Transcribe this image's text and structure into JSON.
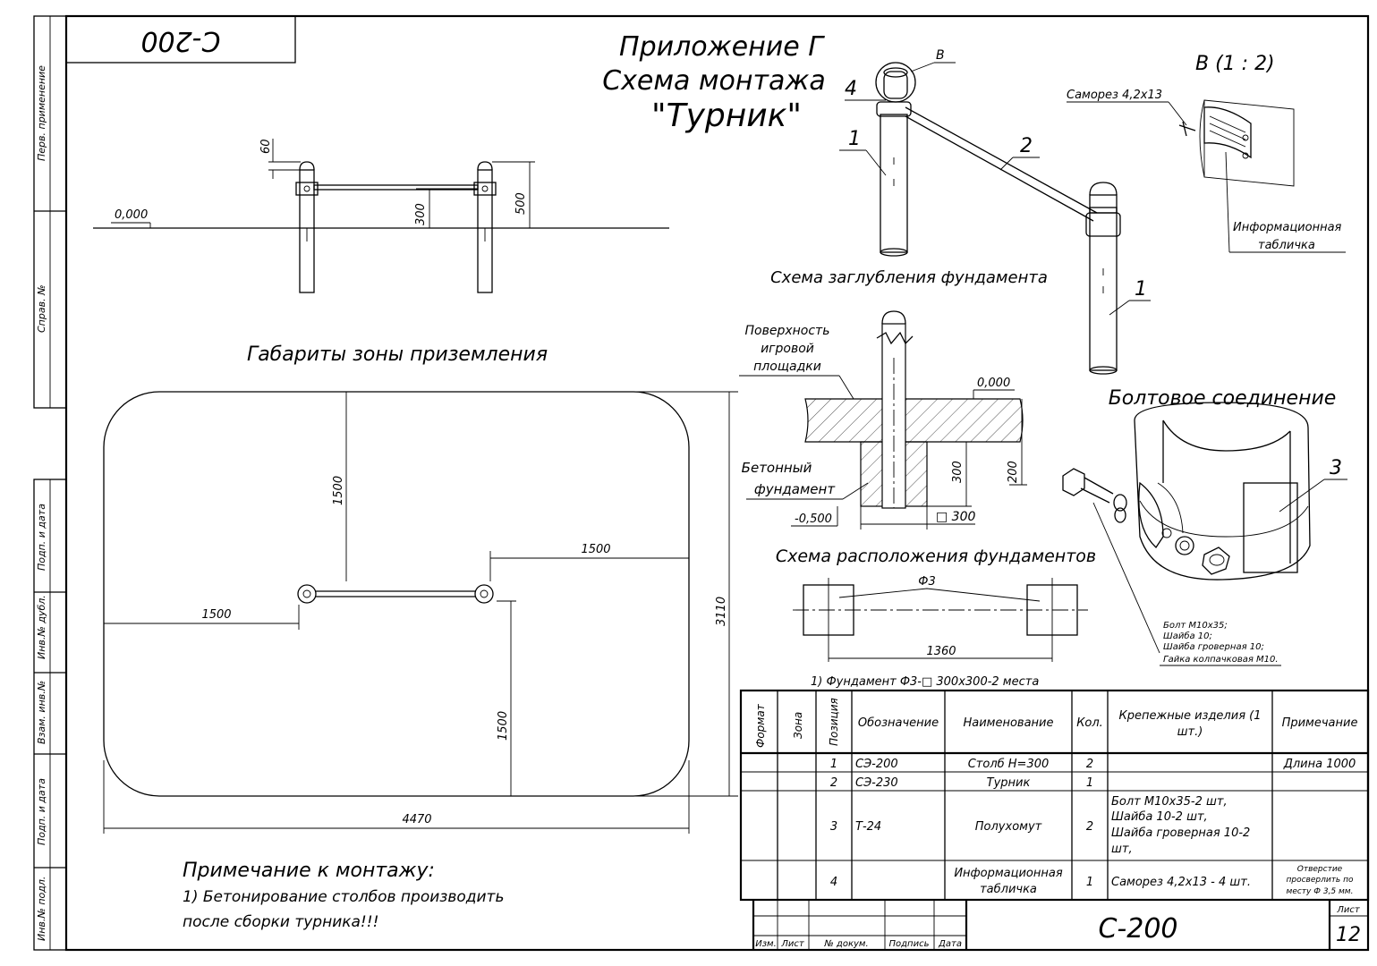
{
  "sheet": {
    "mirrored_code": "С-200",
    "title": {
      "line1": "Приложение Г",
      "line2": "Схема монтажа",
      "line3": "\"Турник\""
    }
  },
  "side_strip": {
    "perv_primenenie": "Перв. применение",
    "sprav_no": "Справ. №",
    "podp_data_1": "Подп. и дата",
    "inv_dubl": "Инв.№ дубл.",
    "vzam_inv": "Взам. инв.№",
    "podp_data_2": "Подп. и дата",
    "inv_podl": "Инв.№ подл."
  },
  "front_view": {
    "level": "0,000",
    "dim_60": "60",
    "dim_300": "300",
    "dim_500": "500"
  },
  "zone": {
    "title": "Габариты зоны приземления",
    "dim_top": "1500",
    "dim_right_top": "1500",
    "dim_left": "1500",
    "dim_bottom": "1500",
    "dim_height": "3110",
    "dim_width": "4470"
  },
  "iso_view": {
    "label_4": "4",
    "label_v": "В",
    "label_1a": "1",
    "label_2": "2",
    "label_1b": "1",
    "detail_title": "В  (1 : 2)",
    "screw": "Саморез 4,2х13",
    "plate_line1": "Информационная",
    "plate_line2": "табличка"
  },
  "foundation_depth": {
    "title": "Схема заглубления фундамента",
    "surface_line1": "Поверхность",
    "surface_line2": "игровой",
    "surface_line3": "площадки",
    "level_top": "0,000",
    "concrete_line1": "Бетонный",
    "concrete_line2": "фундамент",
    "level_bottom": "-0,500",
    "dim_300": "300",
    "dim_200": "200",
    "size": "□ 300"
  },
  "bolt": {
    "title": "Болтовое соединение",
    "label_3": "3",
    "parts": [
      "Болт  М10х35;",
      "Шайба 10;",
      "Шайба гроверная 10;",
      "Гайка колпачковая М10."
    ]
  },
  "foundation_layout": {
    "title": "Схема расположения фундаментов",
    "f3": "Ф3",
    "dim_1360": "1360",
    "note": "1) Фундамент Ф3-□ 300х300-2 места"
  },
  "table": {
    "headers": {
      "format": "Формат",
      "zone": "Зона",
      "position": "Позиция",
      "designation": "Обозначение",
      "name": "Наименование",
      "qty": "Кол.",
      "fasteners_line1": "Крепежные изделия (1",
      "fasteners_line2": "шт.)",
      "note": "Примечание"
    },
    "rows": [
      {
        "pos": "1",
        "des": "СЭ-200",
        "name": "Столб Н=300",
        "qty": "2",
        "fast": [],
        "note": [
          "Длина 1000"
        ]
      },
      {
        "pos": "2",
        "des": "СЭ-230",
        "name": "Турник",
        "qty": "1",
        "fast": [],
        "note": []
      },
      {
        "pos": "3",
        "des": "Т-24",
        "name": "Полухомут",
        "qty": "2",
        "fast": [
          "Болт  М10х35-2 шт,",
          "Шайба 10-2 шт,",
          "Шайба гроверная 10-2",
          "шт,"
        ],
        "note": []
      },
      {
        "pos": "4",
        "des": "",
        "name": "Информационная табличка",
        "qty": "1",
        "fast": [
          "Саморез 4,2х13 - 4 шт."
        ],
        "note": [
          "Отверстие",
          "просверлить по",
          "месту Ф 3,5 мм."
        ]
      }
    ]
  },
  "mount_note": {
    "title": "Примечание к монтажу:",
    "line1": "1) Бетонирование столбов производить",
    "line2": "после сборки турника!!!"
  },
  "stamp": {
    "izm": "Изм.",
    "list": "Лист",
    "doc": "№ докум.",
    "sign": "Подпись",
    "date": "Дата",
    "code": "С-200",
    "sheet_label": "Лист",
    "sheet_no": "12"
  }
}
